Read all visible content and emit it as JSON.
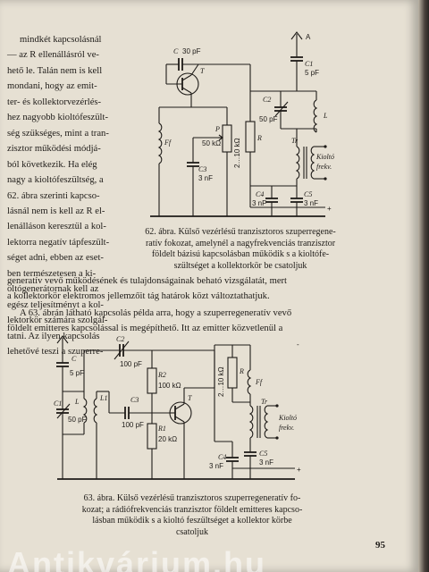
{
  "page": {
    "page_number": "95",
    "watermark": "Antikvárium.hu"
  },
  "left_column": {
    "lines": [
      "mindkét kapcsolásnál",
      "— az R ellenállásról ve-",
      "hető le. Talán nem is kell",
      "mondani, hogy az emit-",
      "ter- és kollektorvezérlés-",
      "hez nagyobb kioltófeszült-",
      "ség szükséges, mint a tran-",
      "zisztor működési módjá-",
      "ból következik. Ha elég",
      "nagy a kioltófeszültség, a",
      "62. ábra szerinti kapcso-",
      "lásnál nem is kell az R el-",
      "lenálláson keresztül a kol-",
      "lektorra negatív tápfeszült-",
      "séget adni, ebben az eset-",
      "ben természetesen a ki-",
      "oltógenerátornak kell az",
      "egész teljesítményt a kol-",
      "lektorkör számára szolgál-",
      "tatni. Az ilyen kapcsolás",
      "lehetővé teszi a szuperre-"
    ]
  },
  "body": {
    "paragraph1_lines": [
      "generatív vevő működésének és tulajdonságainak beható vizsgálatát, mert",
      "a kollektorkör elektromos jellemzőit tág határok közt változtathatjuk."
    ],
    "paragraph2_lines": [
      "A 63. ábrán látható kapcsolás példa arra, hogy a szuperregeneratív vevő",
      "földelt emitteres kapcsolással is megépíthető. Itt az emitter közvetlenül a"
    ]
  },
  "figure62": {
    "caption_lines": [
      "62. ábra. Külső vezérlésű tranzisztoros szuperregene-",
      "ratív fokozat, amelynél a nagyfrekvenciás tranzisztor",
      "földelt bázisú kapcsolásban működik s a kioltófe-",
      "szültséget a kollektorkör be csatoljuk"
    ],
    "labels": {
      "C": "C",
      "C_val": "30 pF",
      "T": "T",
      "A": "A",
      "C1": "C1",
      "C1_val": "5 pF",
      "L": "L",
      "C2": "C2",
      "C2_val": "50 pF",
      "P": "P",
      "P_val": "50 kΩ",
      "R_val": "2…10 kΩ",
      "R": "R",
      "Ff": "Ff",
      "C3": "C3",
      "C3_val": "3 nF",
      "Tr": "Tr",
      "kioltó": "Kioltó",
      "frekv": "frekv.",
      "C4": "C4",
      "C4_val": "3 nF",
      "C5": "C5",
      "C5_val": "3 nF",
      "plus": "+"
    }
  },
  "figure63": {
    "caption_lines": [
      "63. ábra. Külső vezérlésű tranzisztoros szuperregeneratív fo-",
      "kozat; a rádiófrekvenciás tranzisztor földelt emitteres kapcso-",
      "lásban működik s a kioltó feszültséget a kollektor körbe",
      "csatoljuk"
    ],
    "labels": {
      "C": "C",
      "C_val": "5 pF",
      "C1": "C1",
      "C1_val": "50 pF",
      "L": "L",
      "L1": "L1",
      "C2": "C2",
      "C2_val": "100 pF",
      "C3": "C3",
      "C3_val": "100 pF",
      "R2": "R2",
      "R2_val": "100 kΩ",
      "R1": "R1",
      "R1_val": "20 kΩ",
      "T": "T",
      "R": "R",
      "R_val": "2…10 kΩ",
      "Ff": "Ff",
      "Tr": "Tr",
      "kioltó": "Kioltó",
      "frekv": "frekv.",
      "C4": "C4",
      "C4_val": "3 nF",
      "C5": "C5",
      "C5_val": "3 nF",
      "minus": "-",
      "plus": "+"
    }
  }
}
